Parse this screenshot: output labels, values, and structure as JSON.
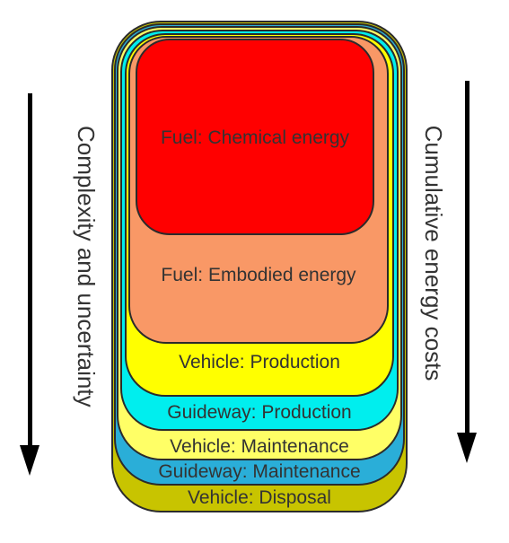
{
  "layers": [
    {
      "key": "vehicle_disposal",
      "label": "Vehicle: Disposal",
      "color": "#c8c400"
    },
    {
      "key": "guideway_maintenance",
      "label": "Guideway: Maintenance",
      "color": "#2aaed8"
    },
    {
      "key": "vehicle_maintenance",
      "label": "Vehicle: Maintenance",
      "color": "#ffff66"
    },
    {
      "key": "guideway_production",
      "label": "Guideway: Production",
      "color": "#00eeee"
    },
    {
      "key": "vehicle_production",
      "label": "Vehicle: Production",
      "color": "#ffff00"
    },
    {
      "key": "fuel_embodied",
      "label": "Fuel: Embodied energy",
      "color": "#f99866"
    },
    {
      "key": "fuel_chemical",
      "label": "Fuel: Chemical energy",
      "color": "#ff0000"
    }
  ],
  "left_axis": {
    "label": "Complexity and uncertainty",
    "arrow": "down"
  },
  "right_axis": {
    "label": "Cumulative energy costs",
    "arrow": "down"
  }
}
